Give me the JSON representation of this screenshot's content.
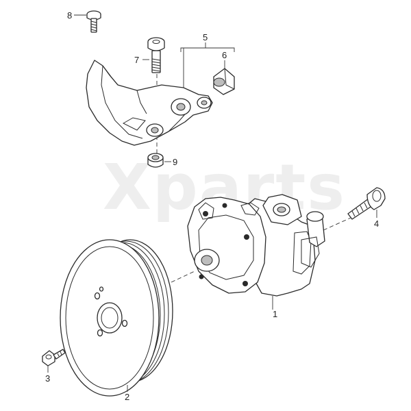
{
  "watermark": "Xparts",
  "callouts": [
    {
      "num": "1"
    },
    {
      "num": "2"
    },
    {
      "num": "3"
    },
    {
      "num": "4"
    },
    {
      "num": "5"
    },
    {
      "num": "6"
    },
    {
      "num": "7"
    },
    {
      "num": "8"
    },
    {
      "num": "9"
    }
  ]
}
